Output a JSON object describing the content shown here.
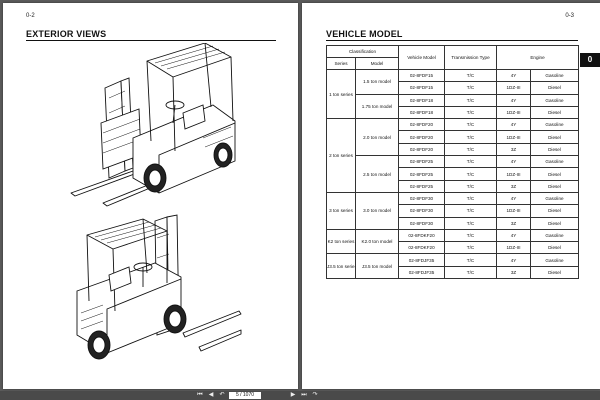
{
  "left_page": {
    "page_number": "0-2",
    "title": "EXTERIOR VIEWS"
  },
  "right_page": {
    "page_number": "0-3",
    "title": "VEHICLE MODEL",
    "chapter_tab": "0",
    "table": {
      "header_group": "Classification",
      "headers": {
        "series": "Series",
        "model": "Model",
        "vehicle_model": "Vehicle Model",
        "transmission": "Transmission Type",
        "engine": "Engine"
      },
      "groups": [
        {
          "series": "1 ton series",
          "models": [
            {
              "model": "1.5 ton model",
              "rows": [
                {
                  "vehicle_model": "02-8FDF15",
                  "transmission": "T/C",
                  "engine": "4Y",
                  "fuel": "Gasoline"
                },
                {
                  "vehicle_model": "02-8FDF15",
                  "transmission": "T/C",
                  "engine": "1DZ-III",
                  "fuel": "Diesel"
                }
              ]
            },
            {
              "model": "1.75 ton model",
              "rows": [
                {
                  "vehicle_model": "02-8FDF18",
                  "transmission": "T/C",
                  "engine": "4Y",
                  "fuel": "Gasoline"
                },
                {
                  "vehicle_model": "02-8FDF18",
                  "transmission": "T/C",
                  "engine": "1DZ-III",
                  "fuel": "Diesel"
                }
              ]
            }
          ]
        },
        {
          "series": "2 ton series",
          "models": [
            {
              "model": "2.0 ton model",
              "rows": [
                {
                  "vehicle_model": "02-8FDF20",
                  "transmission": "T/C",
                  "engine": "4Y",
                  "fuel": "Gasoline"
                },
                {
                  "vehicle_model": "02-8FDF20",
                  "transmission": "T/C",
                  "engine": "1DZ-III",
                  "fuel": "Diesel"
                },
                {
                  "vehicle_model": "02-8FDF20",
                  "transmission": "T/C",
                  "engine": "3Z",
                  "fuel": "Diesel"
                }
              ]
            },
            {
              "model": "2.5 ton model",
              "rows": [
                {
                  "vehicle_model": "02-8FDF25",
                  "transmission": "T/C",
                  "engine": "4Y",
                  "fuel": "Gasoline"
                },
                {
                  "vehicle_model": "02-8FDF25",
                  "transmission": "T/C",
                  "engine": "1DZ-III",
                  "fuel": "Diesel"
                },
                {
                  "vehicle_model": "02-8FDF25",
                  "transmission": "T/C",
                  "engine": "3Z",
                  "fuel": "Diesel"
                }
              ]
            }
          ]
        },
        {
          "series": "3 ton series",
          "models": [
            {
              "model": "3.0 ton model",
              "rows": [
                {
                  "vehicle_model": "02-8FDF30",
                  "transmission": "T/C",
                  "engine": "4Y",
                  "fuel": "Gasoline"
                },
                {
                  "vehicle_model": "02-8FDF30",
                  "transmission": "T/C",
                  "engine": "1DZ-III",
                  "fuel": "Diesel"
                },
                {
                  "vehicle_model": "02-8FDF30",
                  "transmission": "T/C",
                  "engine": "3Z",
                  "fuel": "Diesel"
                }
              ]
            }
          ]
        },
        {
          "series": "K2 ton series",
          "models": [
            {
              "model": "K2.0 ton model",
              "rows": [
                {
                  "vehicle_model": "02-8FDKF20",
                  "transmission": "T/C",
                  "engine": "4Y",
                  "fuel": "Gasoline"
                },
                {
                  "vehicle_model": "02-8FDKF20",
                  "transmission": "T/C",
                  "engine": "1DZ-III",
                  "fuel": "Diesel"
                }
              ]
            }
          ]
        },
        {
          "series": "J3.5 ton series",
          "models": [
            {
              "model": "J3.5 ton model",
              "rows": [
                {
                  "vehicle_model": "02-8FDJF35",
                  "transmission": "T/C",
                  "engine": "4Y",
                  "fuel": "Gasoline"
                },
                {
                  "vehicle_model": "02-8FDJF35",
                  "transmission": "T/C",
                  "engine": "3Z",
                  "fuel": "Diesel"
                }
              ]
            }
          ]
        }
      ]
    }
  },
  "viewer_toolbar": {
    "page_indicator": "5 / 1070",
    "icons": [
      "first-page-icon",
      "previous-page-icon",
      "next-page-icon",
      "last-page-icon",
      "back-icon",
      "forward-icon"
    ]
  }
}
